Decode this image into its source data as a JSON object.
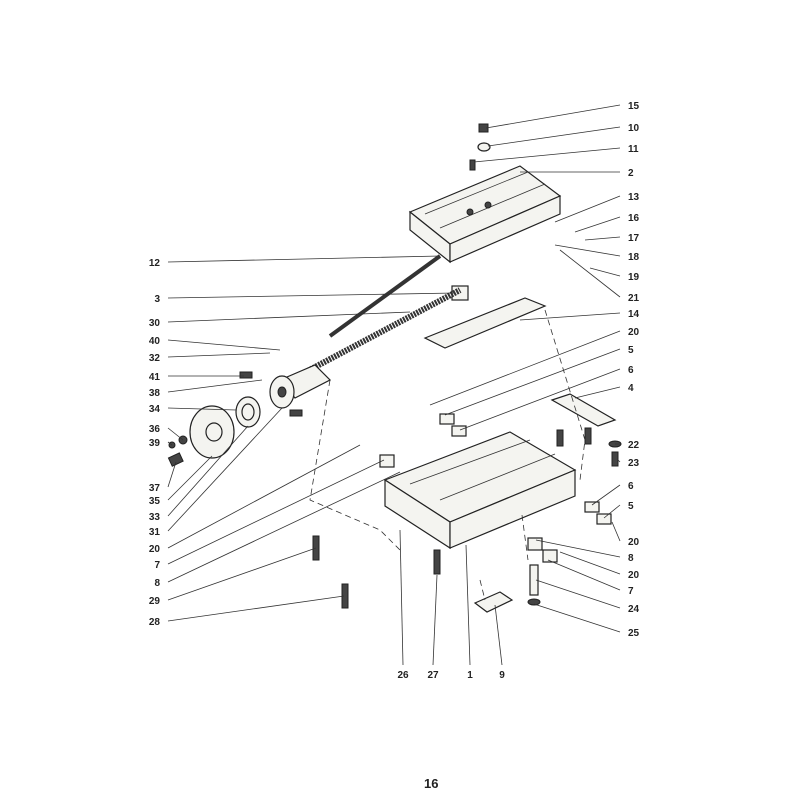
{
  "labels": {
    "right": [
      "15",
      "10",
      "11",
      "2",
      "13",
      "16",
      "17",
      "18",
      "19",
      "21",
      "14",
      "20",
      "5",
      "6",
      "4",
      "22",
      "23",
      "6",
      "5",
      "20",
      "8",
      "20",
      "7",
      "24",
      "25"
    ],
    "left": [
      "12",
      "3",
      "30",
      "40",
      "32",
      "41",
      "38",
      "34",
      "36",
      "39",
      "37",
      "35",
      "33",
      "31",
      "20",
      "7",
      "8",
      "29",
      "28"
    ],
    "bottom": [
      "26",
      "27",
      "1",
      "9"
    ]
  },
  "page_number": "16"
}
